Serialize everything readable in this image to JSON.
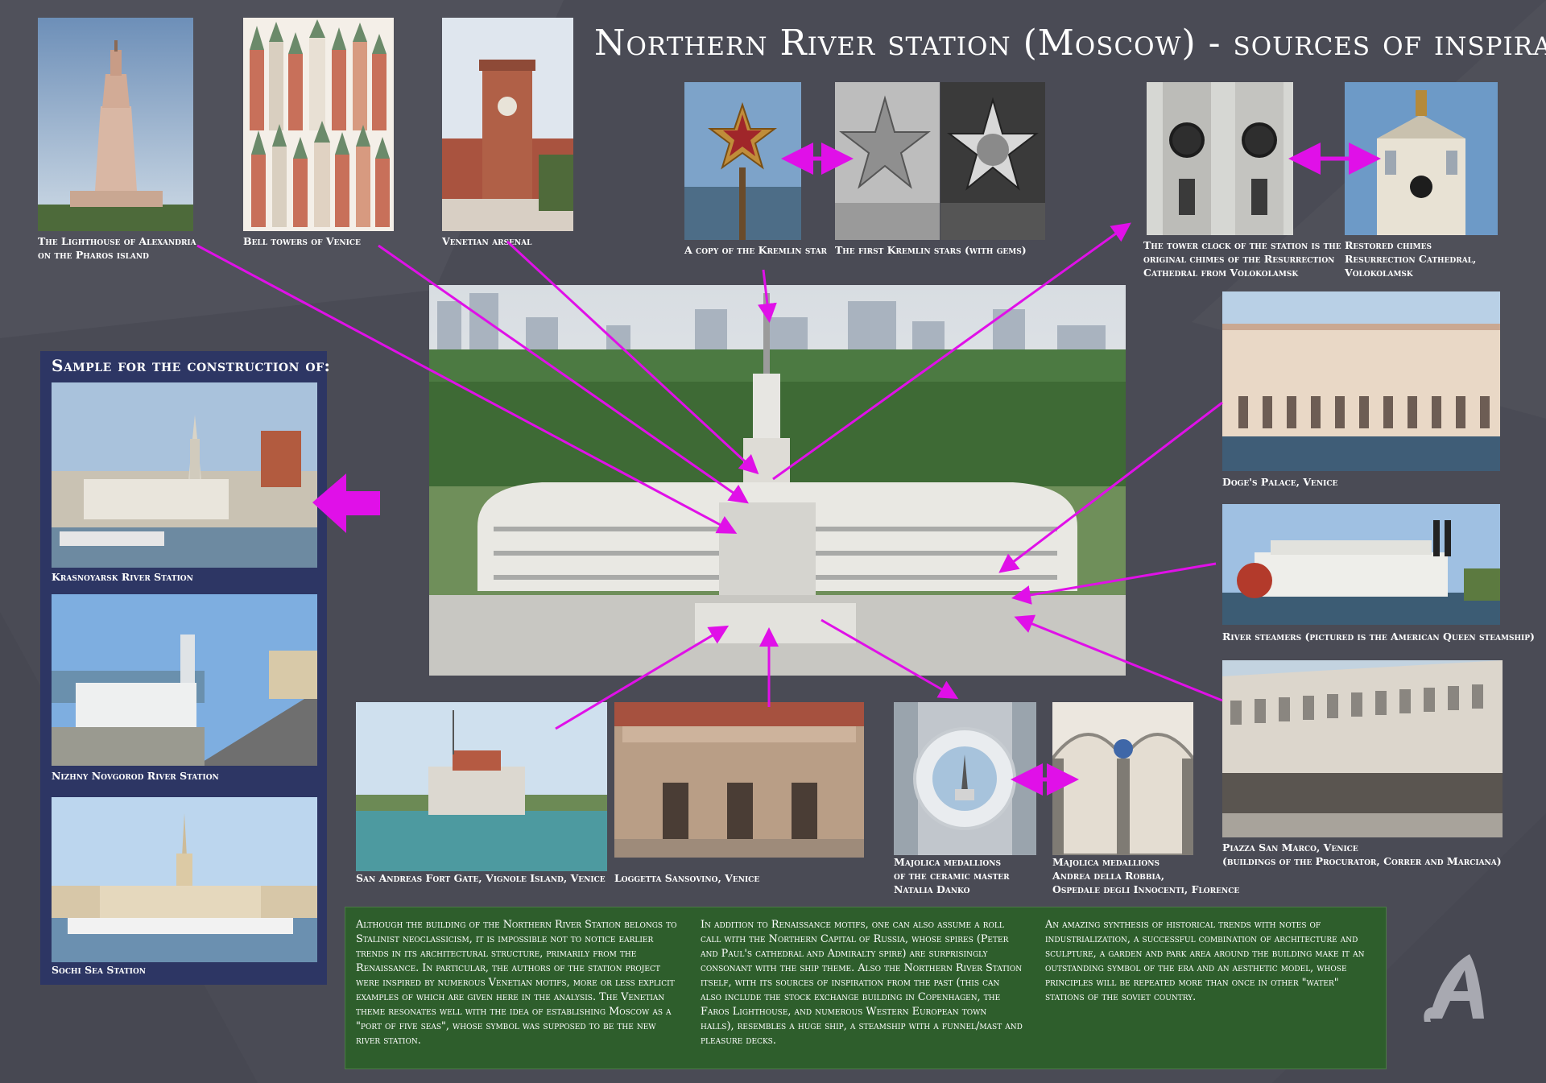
{
  "title": "Northern River station (Moscow) - sources of inspiration",
  "sample": {
    "title": "Sample for the construction of:",
    "items": [
      {
        "caption": "Krasnoyarsk River Station"
      },
      {
        "caption": "Nizhny Novgorod River Station"
      },
      {
        "caption": "Sochi Sea Station"
      }
    ]
  },
  "captions": {
    "lighthouse": "The Lighthouse of Alexandria\non the Pharos island",
    "bell_towers": "Bell towers of Venice",
    "arsenal": "Venetian arsenal",
    "kremlin_copy": "A copy of the Kremlin star",
    "kremlin_first": "The first Kremlin stars (with gems)",
    "tower_clock": "The tower clock of the station is the\noriginal chimes of the Resurrection\nCathedral from Volokolamsk",
    "restored_chimes": "Restored chimes\nResurrection Cathedral,\nVolokolamsk",
    "doges": "Doge's Palace, Venice",
    "steamers": "River steamers (pictured is the American Queen steamship)",
    "piazza": "Piazza San Marco, Venice\n(buildings of the Procurator, Correr and Marciana)",
    "majolica_danko": "Majolica medallions\nof the ceramic master\nNatalia Danko",
    "majolica_robbia": "Majolica medallions\nAndrea della Robbia,\nOspedale degli Innocenti, Florence",
    "loggetta": "Loggetta Sansovino, Venice",
    "san_andreas": "San Andreas Fort Gate, Vignole Island, Venice"
  },
  "text": {
    "col1": "Although the building of the Northern River Station belongs to Stalinist neoclassicism, it is impossible not to notice earlier trends in its architectural structure, primarily from the Renaissance. In particular, the authors of the station project were inspired by numerous Venetian motifs, more or less explicit examples of which are given here in the analysis. The Venetian theme resonates well with the idea of establishing Moscow as a \"port of five seas\", whose symbol was supposed to be the new river station.",
    "col2": "In addition to Renaissance motifs, one can also assume a roll call with the Northern Capital of Russia, whose spires (Peter and Paul's cathedral and Admiralty spire) are surprisingly consonant with the ship theme. Also the Northern River Station itself, with its sources of inspiration from the past (this can also include the stock exchange building in Copenhagen, the Faros Lighthouse, and numerous Western European town halls), resembles a huge ship, a steamship with a funnel/mast and pleasure decks.",
    "col3": "An amazing synthesis of historical trends with notes of industrialization, a successful combination of architecture and sculpture, a garden and park area around the building make it an outstanding symbol of the era and an aesthetic model, whose principles will be repeated more than once in other \"water\" stations of the soviet country."
  },
  "colors": {
    "background": "#4a4b55",
    "sample_panel": "#2d3664",
    "text_panel": "#2e5e2c",
    "arrow": "#e010e8"
  }
}
